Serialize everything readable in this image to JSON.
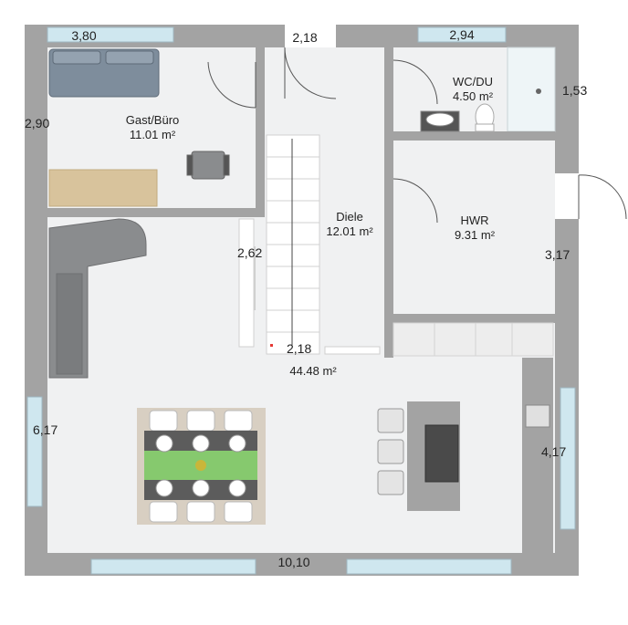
{
  "rooms": {
    "gast": {
      "name": "Gast/Büro",
      "area": "11.01 m²"
    },
    "wc": {
      "name": "WC/DU",
      "area": "4.50 m²"
    },
    "diele": {
      "name": "Diele",
      "area": "12.01 m²"
    },
    "hwr": {
      "name": "HWR",
      "area": "9.31 m²"
    },
    "wohnen": {
      "area": "44.48 m²"
    }
  },
  "dimensions": {
    "top_left": "3,80",
    "top_mid": "2,18",
    "top_right": "2,94",
    "wc_right": "1,53",
    "left_upper": "2,90",
    "stair_left": "2,62",
    "hwr_right": "3,17",
    "stair_bottom": "2,18",
    "left_lower": "6,17",
    "right_lower": "4,17",
    "bottom": "10,10"
  },
  "colors": {
    "wall": "#a3a3a3",
    "floor": "#f0f1f2",
    "window": "#cfe7ef",
    "sofa": "#8a8c8e",
    "bed": "#7e8d9c",
    "desk": "#d8c39c"
  }
}
